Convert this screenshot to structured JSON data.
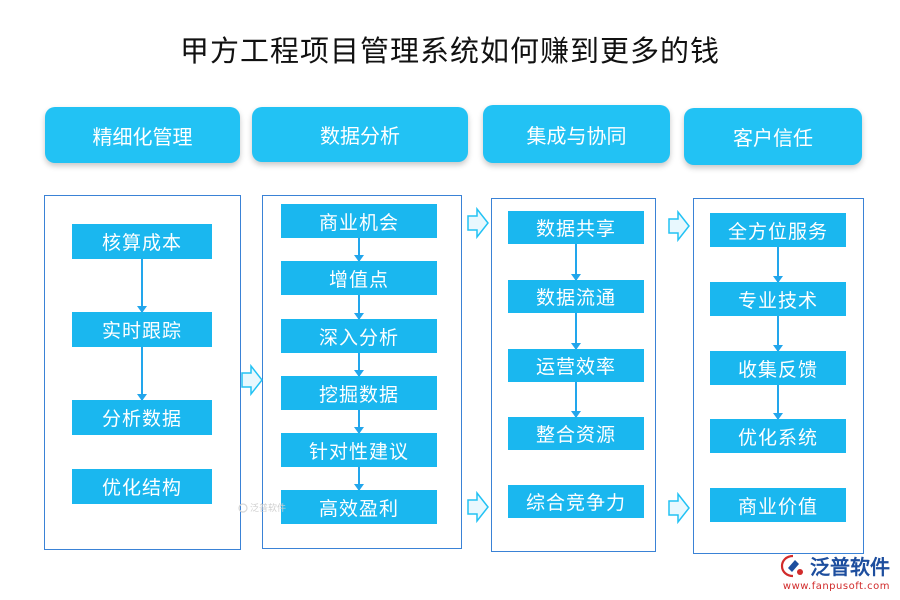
{
  "title": "甲方工程项目管理系统如何赚到更多的钱",
  "columns": [
    {
      "header": "精细化管理",
      "nodes": [
        "核算成本",
        "实时跟踪",
        "分析数据",
        "优化结构"
      ]
    },
    {
      "header": "数据分析",
      "nodes": [
        "商业机会",
        "增值点",
        "深入分析",
        "挖掘数据",
        "针对性建议",
        "高效盈利"
      ]
    },
    {
      "header": "集成与协同",
      "nodes": [
        "数据共享",
        "数据流通",
        "运营效率",
        "整合资源",
        "综合竞争力"
      ]
    },
    {
      "header": "客户信任",
      "nodes": [
        "全方位服务",
        "专业技术",
        "收集反馈",
        "优化系统",
        "商业价值"
      ]
    }
  ],
  "logo": {
    "name": "泛普软件",
    "url": "www.fanpusoft.com"
  },
  "watermark": "泛普软件",
  "colors": {
    "header_bg": "#22c2f4",
    "node_bg": "#1ab7ef",
    "box_border": "#3a82d6",
    "arrow": "#22a6ec",
    "logo_blue": "#1d4e9e",
    "logo_red": "#d12b2b"
  }
}
